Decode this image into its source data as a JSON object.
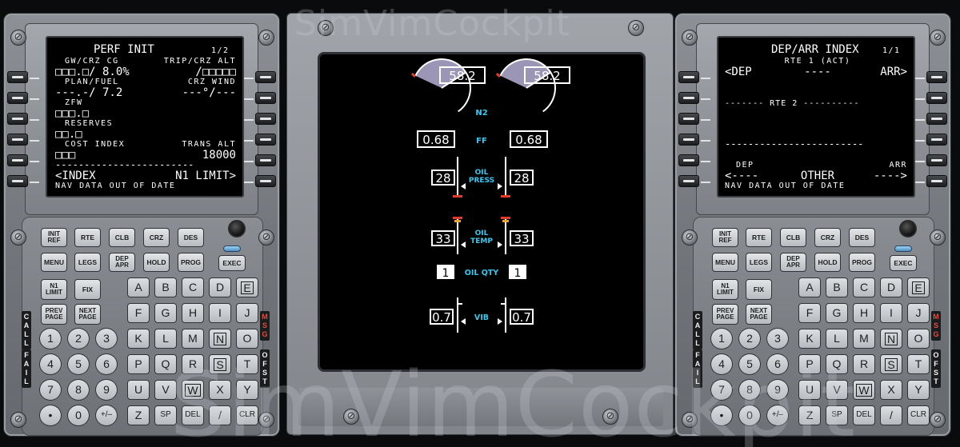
{
  "watermark": {
    "top": "SimVimCockpit",
    "bottom": "SimVimCockpit"
  },
  "cdu_keys": {
    "function": [
      "INIT REF",
      "RTE",
      "CLB",
      "CRZ",
      "DES",
      "MENU",
      "LEGS",
      "DEP APR",
      "HOLD",
      "PROG",
      "N1 LIMIT",
      "FIX",
      "PREV PAGE",
      "NEXT PAGE"
    ],
    "exec": "EXEC",
    "letters": [
      "A",
      "B",
      "C",
      "D",
      "E",
      "F",
      "G",
      "H",
      "I",
      "J",
      "K",
      "L",
      "M",
      "N",
      "O",
      "P",
      "Q",
      "R",
      "S",
      "T",
      "U",
      "V",
      "W",
      "X",
      "Y",
      "Z",
      "SP",
      "DEL",
      "/",
      "CLR"
    ],
    "boxed_letters": [
      "E",
      "N",
      "S",
      "W"
    ],
    "numbers": [
      "1",
      "2",
      "3",
      "4",
      "5",
      "6",
      "7",
      "8",
      "9",
      "•",
      "0",
      "+/–"
    ],
    "annunciators_left": {
      "call": "CALL",
      "fail": "FAIL"
    },
    "annunciators_right": {
      "msg": "MSG",
      "ofst": "OFST"
    }
  },
  "cdu_left": {
    "title": "PERF INIT",
    "page": "1/2",
    "l1_label": "GW/CRZ CG",
    "r1_label": "TRIP/CRZ ALT",
    "l1_value": "□□□.□/ 8.0%",
    "r1_value": "/□□□□□",
    "l2_label": "PLAN/FUEL",
    "r2_label": "CRZ WIND",
    "l2_value": "---.-/ 7.2",
    "r2_value": "---°/---",
    "l3_label": "ZFW",
    "l3_value": "□□□.□",
    "l4_label": "RESERVES",
    "l4_value": "□□.□",
    "l5_label": "COST INDEX",
    "r5_label": "TRANS ALT",
    "l5_value": "□□□",
    "r5_value": "18000",
    "separator": "------------------------",
    "l6": "<INDEX",
    "r6": "N1 LIMIT>",
    "scratchpad": "NAV DATA OUT OF DATE"
  },
  "cdu_right": {
    "title": "DEP/ARR INDEX",
    "page": "1/1",
    "rte1_label": "RTE 1 (ACT)",
    "l1": "<DEP",
    "c1": "----",
    "r1": "ARR>",
    "rte2_line": "------- RTE 2 ----------",
    "line5": "------------------------",
    "dep_label": "DEP",
    "arr_label": "ARR",
    "l6": "<----",
    "c6": "OTHER",
    "r6": "---->",
    "scratchpad": "NAV DATA OUT OF DATE"
  },
  "eicas": {
    "n2_left": "58.2",
    "n2_right": "58.2",
    "n2_label": "N2",
    "n2_percent": 58.2,
    "ff_left": "0.68",
    "ff_right": "0.68",
    "ff_label": "FF",
    "oil_press_left": "28",
    "oil_press_right": "28",
    "oil_press_label": [
      "OIL",
      "PRESS"
    ],
    "oil_temp_left": "33",
    "oil_temp_right": "33",
    "oil_temp_label": [
      "OIL",
      "TEMP"
    ],
    "oil_qty_left": "1",
    "oil_qty_right": "1",
    "oil_qty_label": "OIL QTY",
    "vib_left": "0.7",
    "vib_right": "0.7",
    "vib_label": "VIB"
  },
  "colors": {
    "cyan": "#35c8f0",
    "red": "#e03c2c",
    "gauge_fill": "#9c96b6",
    "white": "#ffffff"
  }
}
